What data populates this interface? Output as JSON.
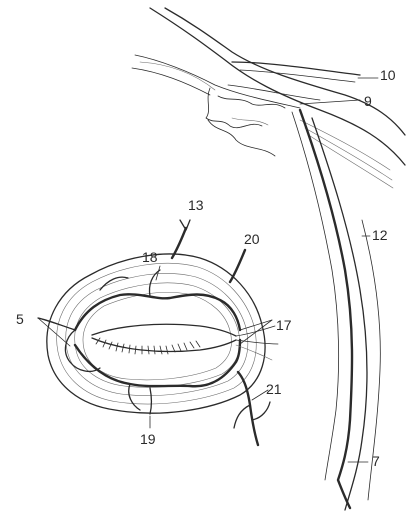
{
  "labels": {
    "l10": "10",
    "l9": "9",
    "l13": "13",
    "l18": "18",
    "l20": "20",
    "l12": "12",
    "l5": "5",
    "l17": "17",
    "l21": "21",
    "l19": "19",
    "l7": "7"
  },
  "colors": {
    "ink": "#2b2b2b",
    "background": "#ffffff"
  }
}
